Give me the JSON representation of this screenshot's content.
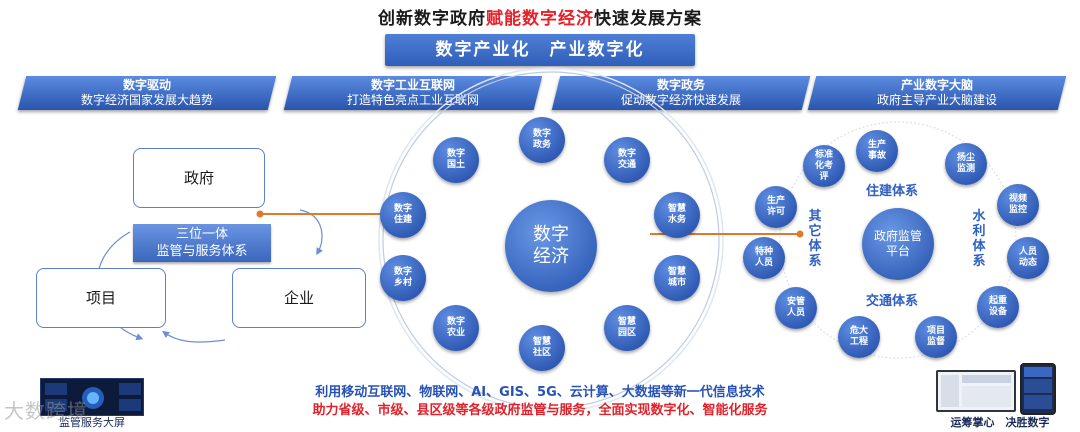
{
  "title": {
    "part1": "创新数字政府",
    "highlight": "赋能数字经济",
    "part2": "快速发展方案"
  },
  "banner": "数字产业化　产业数字化",
  "pillars": [
    {
      "title": "数字驱动",
      "subtitle": "数字经济国家发展大趋势"
    },
    {
      "title": "数字工业互联网",
      "subtitle": "打造特色亮点工业互联网"
    },
    {
      "title": "数字政务",
      "subtitle": "促动数字经济快速发展"
    },
    {
      "title": "产业数字大脑",
      "subtitle": "政府主导产业大脑建设"
    }
  ],
  "triad": {
    "government": "政府",
    "project": "项目",
    "enterprise": "企业",
    "center_line1": "三位一体",
    "center_line2": "监管与服务体系"
  },
  "economy_ring": {
    "center": "数字经济",
    "nodes": [
      "数字政务",
      "数字交通",
      "智慧水务",
      "智慧城市",
      "智慧园区",
      "智慧社区",
      "数字农业",
      "数字乡村",
      "数字住建",
      "数字国土"
    ]
  },
  "platform_ring": {
    "center": "政府监管平台",
    "systems": {
      "top": "住建体系",
      "bottom": "交通体系",
      "left": "其它体系",
      "right": "水利体系"
    },
    "nodes": [
      "生产事故",
      "扬尘监测",
      "视频监控",
      "人员动态",
      "起重设备",
      "项目监督",
      "危大工程",
      "安管人员",
      "特种人员",
      "生产许可",
      "标准化考评"
    ]
  },
  "bottom": {
    "line1": "利用移动互联网、物联网、AI、GIS、5G、云计算、大数据等新一代信息技术",
    "line2": "助力省级、市级、县区级等各级政府监管与服务，全面实现数字化、智能化服务"
  },
  "left_screen_label": "监管服务大屏",
  "watermark": "大数跨境",
  "right_device_label": "运筹掌心　决胜数字",
  "colors": {
    "primary_blue": "#2f5fb8",
    "highlight_red": "#e8202a",
    "arrow_orange": "#e07a2a"
  }
}
